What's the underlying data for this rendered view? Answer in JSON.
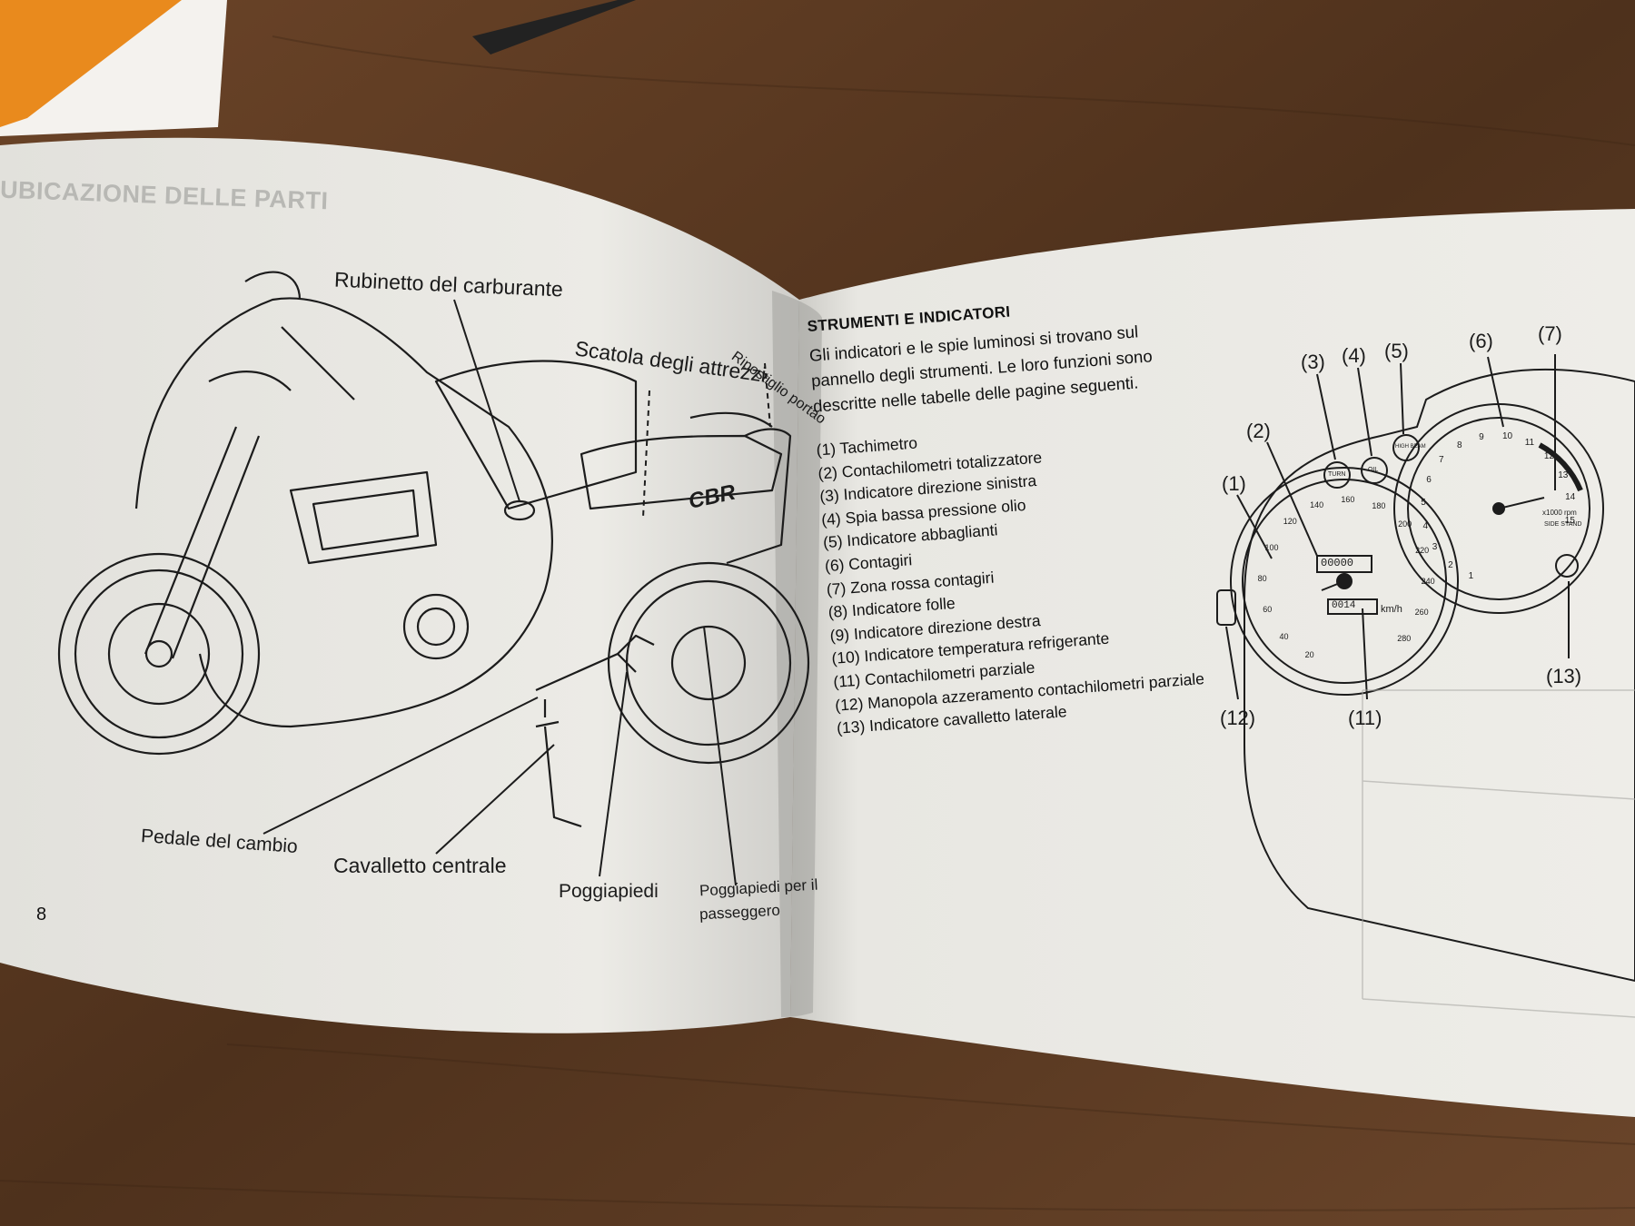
{
  "left_page": {
    "ghost_heading": "UBICAZIONE DELLE PARTI",
    "page_number": "8",
    "labels": {
      "fuel_tap": "Rubinetto del carburante",
      "tool_box": "Scatola degli attrezzi",
      "storage": "Ripostiglio portao",
      "gear_pedal": "Pedale del cambio",
      "center_stand": "Cavalletto centrale",
      "footrest": "Poggiapiedi",
      "passenger_footrest_line1": "Poggiapiedi per il",
      "passenger_footrest_line2": "passeggero"
    },
    "bike_logo": "CBR"
  },
  "right_page": {
    "section_title": "STRUMENTI E INDICATORI",
    "intro": "Gli indicatori e le spie luminosi si trovano sul pannello degli strumenti. Le loro funzioni sono descritte nelle tabelle delle pagine seguenti.",
    "items": [
      "(1) Tachimetro",
      "(2) Contachilometri totalizzatore",
      "(3) Indicatore direzione sinistra",
      "(4) Spia bassa pressione olio",
      "(5) Indicatore abbaglianti",
      "(6) Contagiri",
      "(7) Zona rossa contagiri",
      "(8) Indicatore folle",
      "(9) Indicatore direzione destra",
      "(10) Indicatore temperatura refrigerante",
      "(11) Contachilometri parziale",
      "(12) Manopola azzeramento contachilometri parziale",
      "(13) Indicatore cavalletto laterale"
    ],
    "callouts": {
      "c1": "(1)",
      "c2": "(2)",
      "c3": "(3)",
      "c4": "(4)",
      "c5": "(5)",
      "c6": "(6)",
      "c7": "(7)",
      "c11": "(11)",
      "c12": "(12)",
      "c13": "(13)"
    },
    "lamps": {
      "turn": "TURN",
      "oil": "OIL",
      "high_beam": "HIGH BEAM"
    },
    "speedometer": {
      "ticks": [
        "20",
        "40",
        "60",
        "80",
        "100",
        "120",
        "140",
        "160",
        "180",
        "200",
        "220",
        "240",
        "260",
        "280"
      ],
      "unit": "km/h",
      "odometer": "00000",
      "trip": "0014"
    },
    "tachometer": {
      "ticks": [
        "1",
        "2",
        "3",
        "4",
        "5",
        "6",
        "7",
        "8",
        "9",
        "10",
        "11",
        "12",
        "13",
        "14",
        "15"
      ],
      "unit": "x1000 rpm",
      "side_stand": "SIDE STAND"
    }
  },
  "colors": {
    "wood": "#5a3a22",
    "paper_left": "#e9e8e3",
    "paper_right": "#ecebe6",
    "ink": "#1b1b1b",
    "cover_orange": "#e98a1d"
  }
}
